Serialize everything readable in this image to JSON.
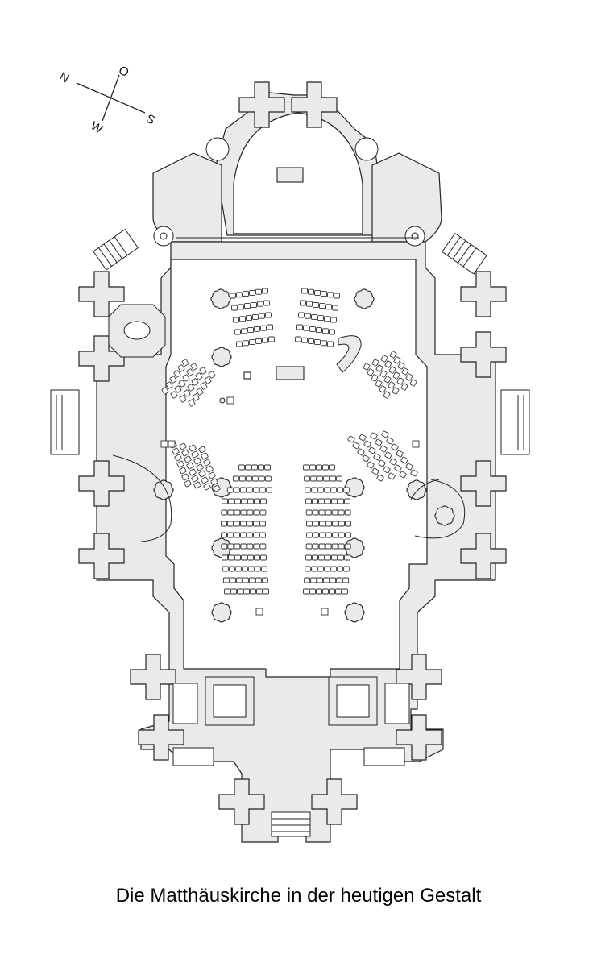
{
  "caption": "Die Matthäuskirche in der heutigen Gestalt",
  "compass": {
    "north": "N",
    "east": "O",
    "south": "S",
    "west": "W"
  },
  "colors": {
    "wall": "#eaeaea",
    "line": "#222222",
    "floor": "#ffffff"
  }
}
